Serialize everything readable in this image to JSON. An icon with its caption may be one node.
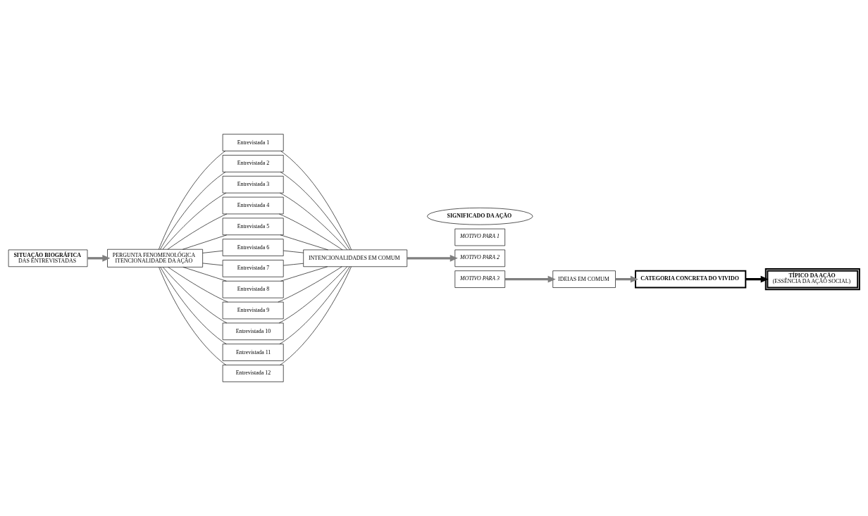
{
  "diagram": {
    "nodes": [
      {
        "text": [
          "SITUAÇÃO BIOGRÁFICA",
          "DAS ENTREVISTADAS"
        ]
      },
      {
        "text": [
          "PERGUNTA FENOMENOLÓGICA",
          "ITENCIONALIDADE DA AÇÃO"
        ]
      },
      {
        "text": [
          "Entrevistada 1"
        ]
      },
      {
        "text": [
          "Entrevistada 2"
        ]
      },
      {
        "text": [
          "Entrevistada 3"
        ]
      },
      {
        "text": [
          "Entrevistada 4"
        ]
      },
      {
        "text": [
          "Entrevistada 5"
        ]
      },
      {
        "text": [
          "Entrevistada 6"
        ]
      },
      {
        "text": [
          "Entrevistada 7"
        ]
      },
      {
        "text": [
          "Entrevistada 8"
        ]
      },
      {
        "text": [
          "Entrevistada 9"
        ]
      },
      {
        "text": [
          "Entrevistada 10"
        ]
      },
      {
        "text": [
          "Entrevistada 11"
        ]
      },
      {
        "text": [
          "Entrevistada 12"
        ]
      },
      {
        "text": [
          "INTENCIONALIDADES EM COMUM"
        ]
      },
      {
        "text": [
          "SIGNIFICADO DA AÇÃO"
        ]
      },
      {
        "text": [
          "MOTIVO PARA 1"
        ]
      },
      {
        "text": [
          "MOTIVO PARA 2"
        ]
      },
      {
        "text": [
          "MOTIVO PARA 3"
        ]
      },
      {
        "text": [
          "IDEIAS EM COMUM"
        ]
      },
      {
        "text": [
          "CATEGORIA CONCRETA DO VIVIDO"
        ]
      },
      {
        "text": [
          "TÍPICO DA AÇÃO",
          "(ESSÊNCIA DA AÇÃO SOCIAL)"
        ]
      }
    ],
    "edges": [
      {
        "from": 0,
        "to": 1,
        "arrow": "to",
        "style": "thick",
        "color": "#7f7f7f"
      },
      {
        "from": 1,
        "to": 2,
        "arrow": "none"
      },
      {
        "from": 1,
        "to": 3,
        "arrow": "none"
      },
      {
        "from": 1,
        "to": 4,
        "arrow": "none"
      },
      {
        "from": 1,
        "to": 5,
        "arrow": "none"
      },
      {
        "from": 1,
        "to": 6,
        "arrow": "none"
      },
      {
        "from": 1,
        "to": 7,
        "arrow": "none"
      },
      {
        "from": 1,
        "to": 8,
        "arrow": "none"
      },
      {
        "from": 1,
        "to": 9,
        "arrow": "none"
      },
      {
        "from": 1,
        "to": 10,
        "arrow": "none"
      },
      {
        "from": 1,
        "to": 11,
        "arrow": "none"
      },
      {
        "from": 1,
        "to": 12,
        "arrow": "none"
      },
      {
        "from": 1,
        "to": 13,
        "arrow": "none"
      },
      {
        "from": 2,
        "to": 14,
        "arrow": "none"
      },
      {
        "from": 3,
        "to": 14,
        "arrow": "none"
      },
      {
        "from": 4,
        "to": 14,
        "arrow": "none"
      },
      {
        "from": 5,
        "to": 14,
        "arrow": "none"
      },
      {
        "from": 6,
        "to": 14,
        "arrow": "none"
      },
      {
        "from": 7,
        "to": 14,
        "arrow": "none"
      },
      {
        "from": 8,
        "to": 14,
        "arrow": "none"
      },
      {
        "from": 9,
        "to": 14,
        "arrow": "none"
      },
      {
        "from": 10,
        "to": 14,
        "arrow": "none"
      },
      {
        "from": 11,
        "to": 14,
        "arrow": "none"
      },
      {
        "from": 12,
        "to": 14,
        "arrow": "none"
      },
      {
        "from": 13,
        "to": 14,
        "arrow": "none"
      },
      {
        "from": 14,
        "to": 17,
        "arrow": "to",
        "style": "thick",
        "color": "#7f7f7f"
      },
      {
        "from": 18,
        "to": 19,
        "arrow": "to",
        "style": "thick",
        "color": "#7f7f7f"
      },
      {
        "from": 19,
        "to": 20,
        "arrow": "to",
        "style": "thick",
        "color": "#7f7f7f"
      },
      {
        "from": 20,
        "to": 21,
        "arrow": "to",
        "style": "thick"
      }
    ]
  }
}
